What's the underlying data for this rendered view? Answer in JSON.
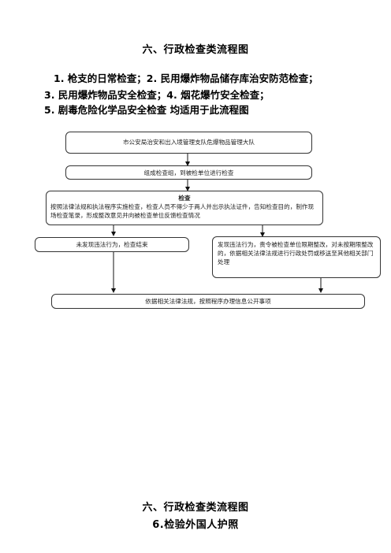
{
  "heading1": "六、行政检查类流程图",
  "scope": {
    "line1": "1. 枪支的日常检查；2. 民用爆炸物品储存库治安防范检查；",
    "line2": "3. 民用爆炸物品安全检查；4. 烟花爆竹安全检查；",
    "line3": "5. 剧毒危险化学品安全检查          均适用于此流程图"
  },
  "flow": {
    "start": "市公安局治安和出入境管理支队危爆物品管理大队",
    "step2": "组成检查组，到被检单位进行检查",
    "inspect_title": "检查",
    "inspect_body": "按照法律法规和执法程序实施检查，检查人员不得少于两人并出示执法证件，告知检查目的，制作现场检查笔录，形成整改意见并向被检查单位反馈检查情况",
    "branch_left": "未发现违法行为，检查结束",
    "branch_right": "发现违法行为，责令被检查单位限期整改，对未按期限整改的，依据相关法律法规进行行政处罚或移送至其他相关部门处理",
    "end": "依据相关法律法规，按照程序办理信息公开事项"
  },
  "heading2": "六、行政检查类流程图",
  "subheading2": "6.检验外国人护照"
}
